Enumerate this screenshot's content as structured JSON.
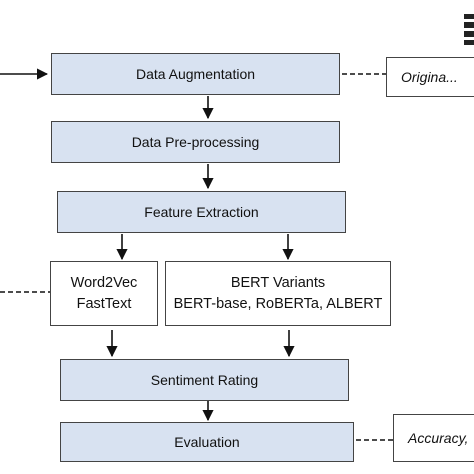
{
  "nodes": {
    "augmentation": "Data Augmentation",
    "preprocessing": "Data Pre-processing",
    "feature_extraction": "Feature Extraction",
    "word_embed_line1": "Word2Vec",
    "word_embed_line2": "FastText",
    "bert_line1": "BERT Variants",
    "bert_line2": "BERT-base, RoBERTa, ALBERT",
    "sentiment": "Sentiment Rating",
    "evaluation": "Evaluation"
  },
  "side_notes": {
    "original": "Origina...",
    "accuracy": "Accuracy,"
  },
  "colors": {
    "process_fill": "#d8e2f1",
    "border": "#444444",
    "arrow": "#111111"
  },
  "icons": {
    "corner": "database-icon"
  }
}
